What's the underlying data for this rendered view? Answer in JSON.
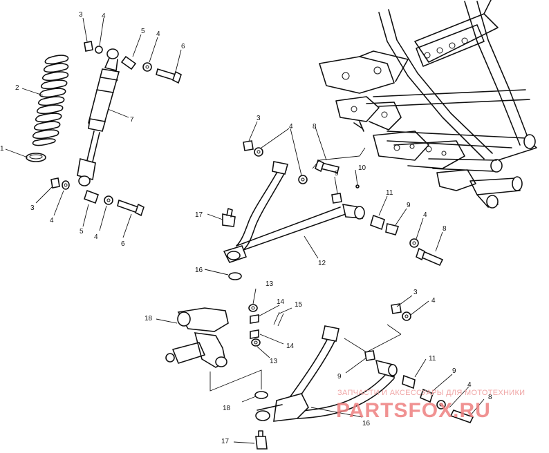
{
  "callouts": {
    "c1": "1",
    "c2": "2",
    "c3a": "3",
    "c3b": "3",
    "c3c": "3",
    "c3d": "3",
    "c4a": "4",
    "c4b": "4",
    "c4c": "4",
    "c4d": "4",
    "c4e": "4",
    "c4f": "4",
    "c4g": "4",
    "c4h": "4",
    "c5a": "5",
    "c5b": "5",
    "c6a": "6",
    "c6b": "6",
    "c7": "7",
    "c8a": "8",
    "c8b": "8",
    "c8c": "8",
    "c9a": "9",
    "c9b": "9",
    "c9c": "9",
    "c9d": "9",
    "c10": "10",
    "c11a": "11",
    "c11b": "11",
    "c12": "12",
    "c13a": "13",
    "c13b": "13",
    "c14a": "14",
    "c14b": "14",
    "c15": "15",
    "c16a": "16",
    "c16b": "16",
    "c17a": "17",
    "c17b": "17",
    "c18a": "18",
    "c18b": "18"
  },
  "watermark": {
    "tagline": "ЗАПЧАСТИ И АКСЕССУАРЫ ДЛЯ МОТОТЕХНИКИ",
    "logo": "PARTSFOX.RU"
  },
  "colors": {
    "line": "#111111",
    "watermark": "#ee8080"
  }
}
